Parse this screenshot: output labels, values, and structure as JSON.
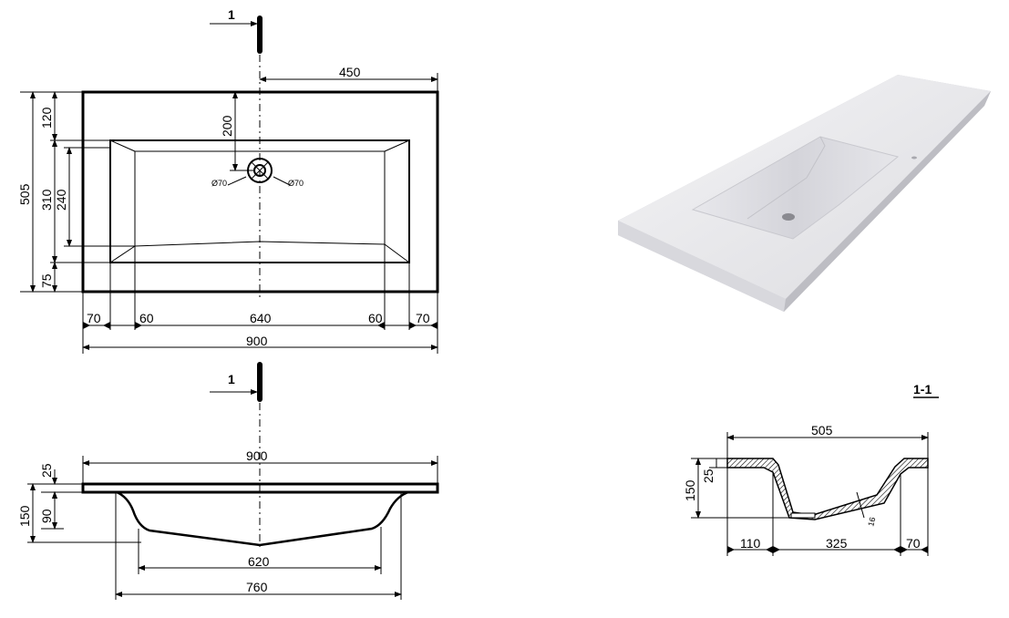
{
  "top_view": {
    "section_marker": "1",
    "dim_450": "450",
    "dim_200": "200",
    "dim_505": "505",
    "dim_120": "120",
    "dim_310": "310",
    "dim_240": "240",
    "dim_75": "75",
    "hole_left": "Ø70",
    "hole_right": "Ø70",
    "dim_70_left": "70",
    "dim_60_left": "60",
    "dim_640": "640",
    "dim_60_right": "60",
    "dim_70_right": "70",
    "dim_900": "900"
  },
  "front_view": {
    "section_marker": "1",
    "dim_900": "900",
    "dim_25": "25",
    "dim_150": "150",
    "dim_90": "90",
    "dim_620": "620",
    "dim_760": "760"
  },
  "section": {
    "title": "1-1",
    "dim_505": "505",
    "dim_150": "150",
    "dim_25": "25",
    "dim_16": "16",
    "dim_110": "110",
    "dim_325": "325",
    "dim_70": "70"
  }
}
